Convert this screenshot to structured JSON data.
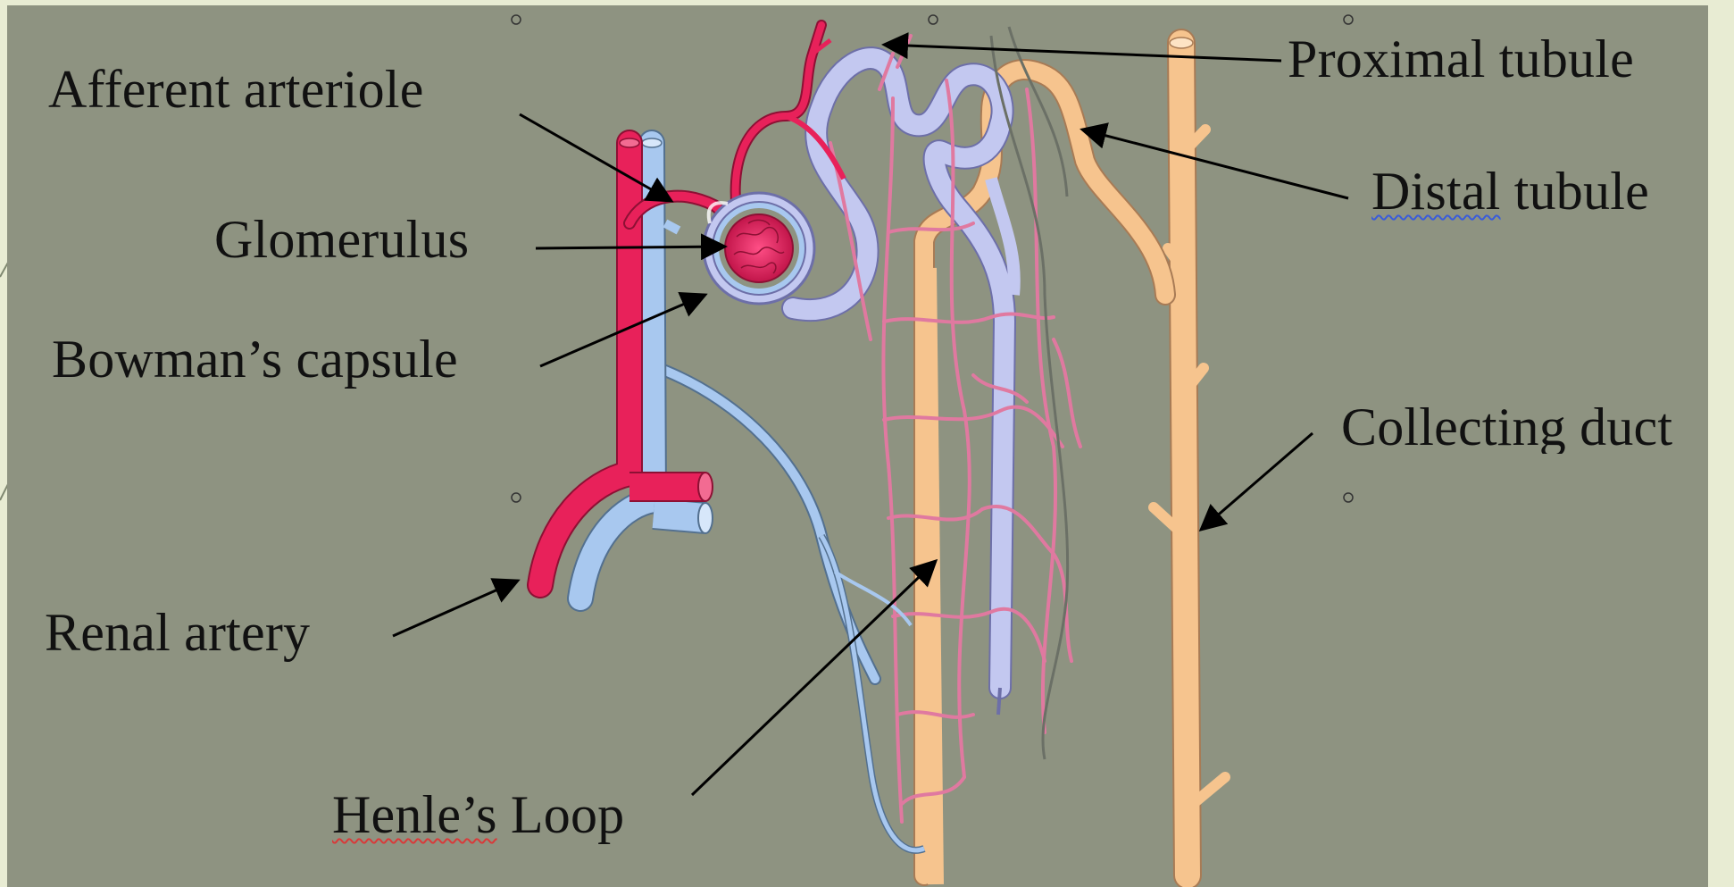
{
  "labels": {
    "afferent_arteriole": "Afferent arteriole",
    "glomerulus": "Glomerulus",
    "bowmans_capsule": "Bowman’s capsule",
    "renal_artery": "Renal artery",
    "proximal_tubule": "Proximal tubule",
    "distal_word": "Distal",
    "distal_rest": " tubule",
    "collecting_duct": "Collecting duct",
    "henle_word": "Henle’s",
    "henle_rest": " Loop"
  },
  "colors": {
    "artery": "#e8215a",
    "vein": "#a8c8ef",
    "proximal": "#c3c8f0",
    "distal": "#f6c48e",
    "background": "#8e9381",
    "slide": "#e8ecd3"
  }
}
